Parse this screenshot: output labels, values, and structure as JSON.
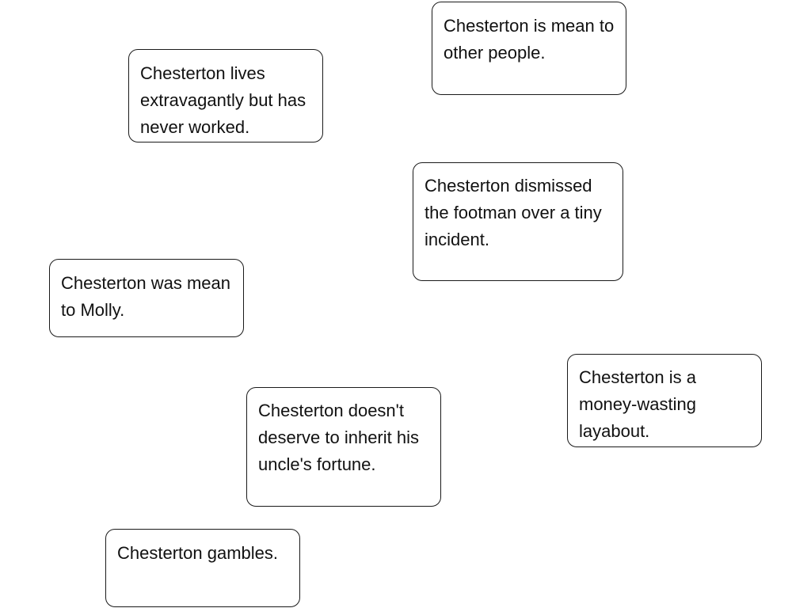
{
  "cards": [
    {
      "text": "Chesterton is mean to other people."
    },
    {
      "text": "Chesterton lives extravagantly but has never worked."
    },
    {
      "text": "Chesterton dismissed the footman over a tiny incident."
    },
    {
      "text": "Chesterton was mean to Molly."
    },
    {
      "text": "Chesterton is a money-wasting layabout."
    },
    {
      "text": "Chesterton doesn't deserve to inherit his uncle's fortune."
    },
    {
      "text": "Chesterton gambles."
    }
  ]
}
